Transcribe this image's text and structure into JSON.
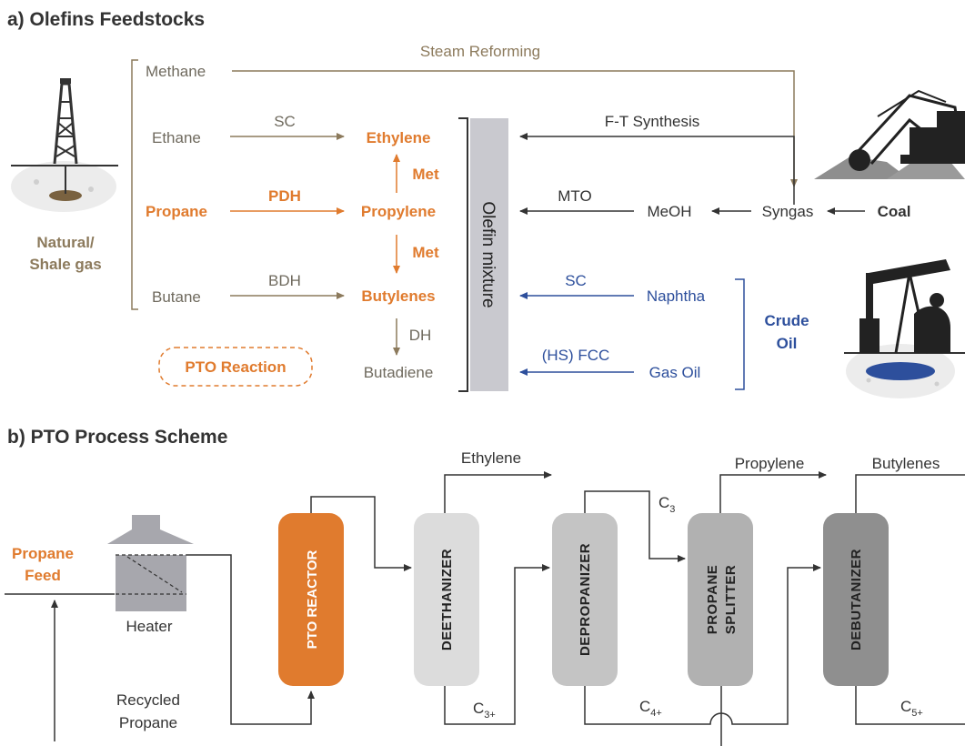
{
  "part_a": {
    "heading": "a) Olefins Feedstocks",
    "source_gas": {
      "line1": "Natural/",
      "line2": "Shale gas"
    },
    "feedstocks": [
      "Methane",
      "Ethane",
      "Propane",
      "Butane"
    ],
    "routes": {
      "steam_reforming": "Steam Reforming",
      "sc": "SC",
      "pdh": "PDH",
      "bdh": "BDH",
      "met_up": "Met",
      "met_down": "Met",
      "dh": "DH",
      "ft": "F-T Synthesis",
      "mto": "MTO",
      "sc_naphtha": "SC",
      "hs_fcc": "(HS) FCC"
    },
    "products": {
      "ethylene": "Ethylene",
      "propylene": "Propylene",
      "butylenes": "Butylenes",
      "butadiene": "Butadiene"
    },
    "olefin_mixture": "Olefin mixture",
    "pto_reaction": "PTO Reaction",
    "coal_chain": {
      "meoh": "MeOH",
      "syngas": "Syngas",
      "coal": "Coal"
    },
    "crude": {
      "naphtha": "Naphtha",
      "gas_oil": "Gas Oil",
      "line1": "Crude",
      "line2": "Oil"
    }
  },
  "part_b": {
    "heading": "b) PTO Process Scheme",
    "feed": {
      "line1": "Propane",
      "line2": "Feed"
    },
    "heater": "Heater",
    "recycle": {
      "line1": "Recycled",
      "line2": "Propane"
    },
    "units": {
      "reactor": "PTO REACTOR",
      "deethanizer": "DEETHANIZER",
      "depropanizer": "DEPROPANIZER",
      "splitter1": "PROPANE",
      "splitter2": "SPLITTER",
      "debutanizer": "DEBUTANIZER"
    },
    "outputs": {
      "ethylene": "Ethylene",
      "propylene": "Propylene",
      "butylenes": "Butylenes"
    },
    "streams": {
      "c3": "C",
      "c3_sub": "3",
      "c3p": "C",
      "c3p_sub": "3+",
      "c4p": "C",
      "c4p_sub": "4+",
      "c5p": "C",
      "c5p_sub": "5+"
    }
  },
  "colors": {
    "orange": "#e07b2e",
    "brown": "#8c7a5c",
    "blue": "#2d4f9c",
    "dark": "#333333"
  }
}
